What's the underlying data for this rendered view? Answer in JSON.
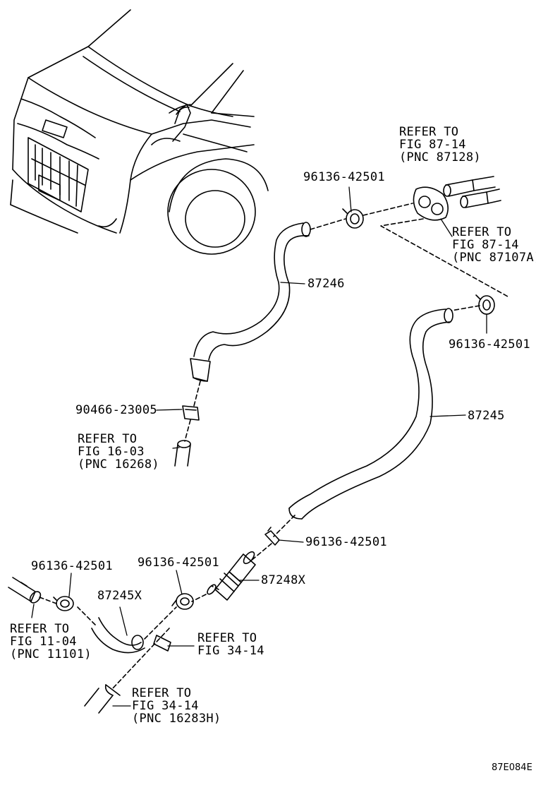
{
  "labels": {
    "refer_87128": {
      "l1": "REFER TO",
      "l2": "FIG 87-14",
      "l3": "(PNC 87128)"
    },
    "clamp_top": "96136-42501",
    "refer_87107a": {
      "l1": "REFER TO",
      "l2": "FIG 87-14",
      "l3": "(PNC 87107A)"
    },
    "hose_87246": "87246",
    "clamp_right": "96136-42501",
    "clip_90466": "90466-23005",
    "refer_16268": {
      "l1": "REFER TO",
      "l2": "FIG 16-03",
      "l3": "(PNC 16268)"
    },
    "hose_87245": "87245",
    "clamp_mid_right": "96136-42501",
    "clamp_left": "96136-42501",
    "clamp_center": "96136-42501",
    "hose_87245x": "87245X",
    "valve_87248x": "87248X",
    "refer_11101": {
      "l1": "REFER TO",
      "l2": "FIG 11-04",
      "l3": "(PNC 11101)"
    },
    "refer_34_14": {
      "l1": "REFER TO",
      "l2": "FIG 34-14"
    },
    "refer_16283h": {
      "l1": "REFER TO",
      "l2": "FIG 34-14",
      "l3": "(PNC 16283H)"
    }
  },
  "footer_code": "87E084E"
}
